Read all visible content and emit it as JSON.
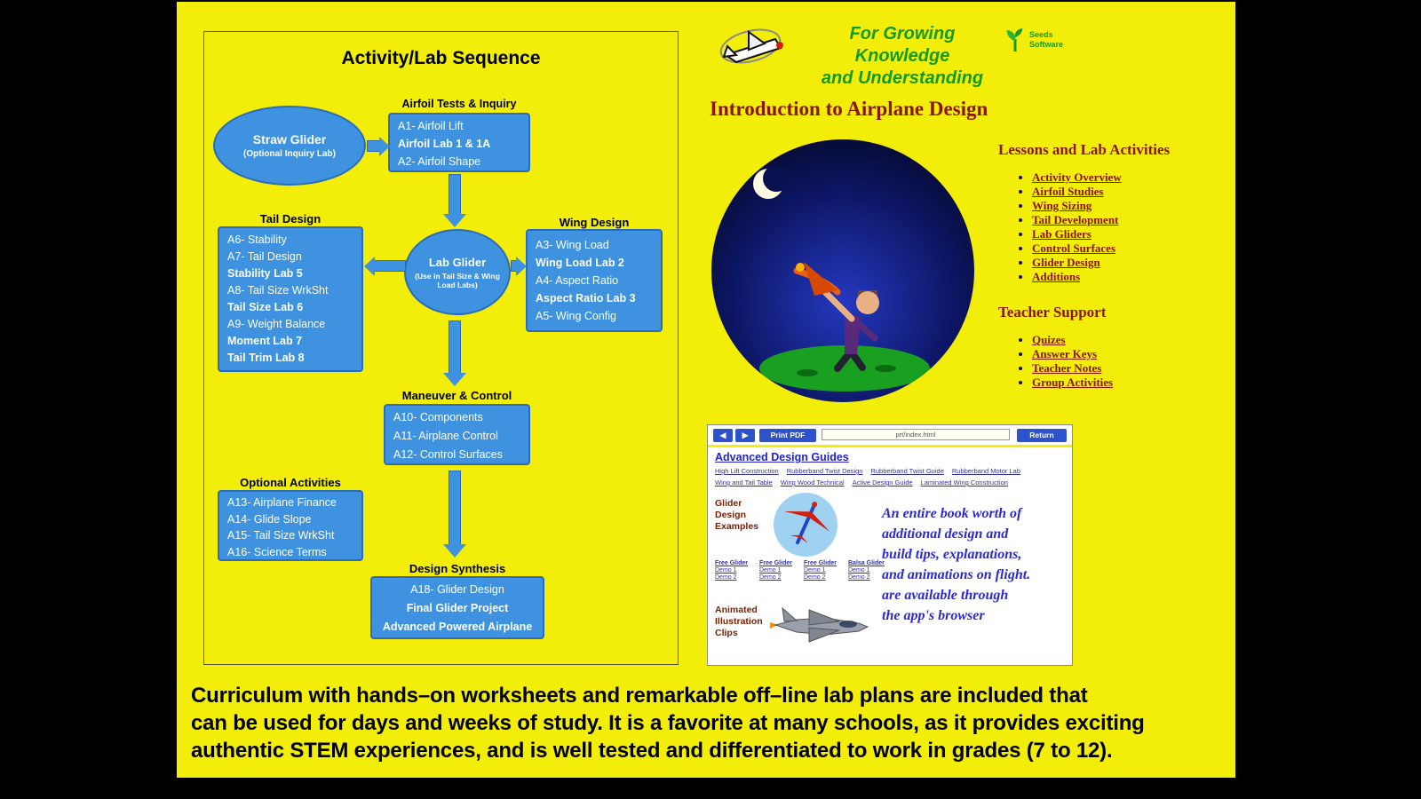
{
  "colors": {
    "canvas_yellow": "#f2ee0a",
    "flow_blue": "#3e92e0",
    "flow_blue_border": "#2a6cb8",
    "heading_maroon": "#8b1500",
    "brand_green": "#169a1e",
    "panel_button_blue": "#2d52cc",
    "note_blue": "#2a2ad0"
  },
  "flowchart": {
    "title": "Activity/Lab Sequence",
    "straw_glider_title": "Straw Glider",
    "straw_glider_sub": "(Optional Inquiry Lab)",
    "lab_glider_title": "Lab Glider",
    "lab_glider_sub": "(Use in Tail Size & Wing Load Labs)",
    "airfoil_label": "Airfoil Tests & Inquiry",
    "airfoil_lines": [
      "A1- Airfoil Lift",
      "Airfoil Lab 1 & 1A",
      "A2- Airfoil Shape"
    ],
    "tail_label": "Tail Design",
    "tail_lines": [
      "A6- Stability",
      "A7- Tail Design",
      "Stability Lab 5",
      "A8- Tail Size WrkSht",
      "Tail Size Lab 6",
      "A9- Weight Balance",
      "Moment Lab 7",
      "Tail Trim Lab 8"
    ],
    "wing_label": "Wing Design",
    "wing_lines": [
      "A3- Wing Load",
      "Wing Load Lab 2",
      "A4- Aspect Ratio",
      "Aspect Ratio Lab 3",
      "A5- Wing Config"
    ],
    "maneuver_label": "Maneuver & Control",
    "maneuver_lines": [
      "A10- Components",
      "A11- Airplane Control",
      "A12- Control Surfaces"
    ],
    "optional_label": "Optional Activities",
    "optional_lines": [
      "A13- Airplane Finance",
      "A14- Glide Slope",
      "A15- Tail Size WrkSht",
      "A16- Science Terms"
    ],
    "synthesis_label": "Design Synthesis",
    "synthesis_lines": [
      "A18- Glider Design",
      "Final Glider Project",
      "Advanced Powered Airplane"
    ]
  },
  "brand": {
    "tagline1": "For Growing Knowledge",
    "tagline2": "and Understanding",
    "name1": "Seeds",
    "name2": "Software"
  },
  "intro": {
    "title": "Introduction to Airplane Design"
  },
  "lessons": {
    "heading": "Lessons and Lab Activities",
    "items": [
      "Activity Overview",
      "Airfoil Studies",
      "Wing Sizing",
      "Tail Development",
      "Lab Gliders",
      "Control Surfaces",
      "Glider Design",
      "Additions"
    ]
  },
  "teacher": {
    "heading": "Teacher Support",
    "items": [
      "Quizes",
      "Answer Keys",
      "Teacher Notes",
      "Group Activities"
    ]
  },
  "panel": {
    "back_label": "◀",
    "forward_label": "▶",
    "print_label": "Print PDF",
    "url": "prt/index.html",
    "return_label": "Return",
    "title": "Advanced Design Guides",
    "links_row1": [
      "High Lift Construction",
      "Rubberband Twist Design",
      "Rubberband Twist Guide",
      "Rubberband Motor Lab"
    ],
    "links_row2": [
      "Wing and Tail Table",
      "Wing Wood Technical",
      "Active Design Guide",
      "Laminated Wing Construction"
    ],
    "glider_label": "Glider Design Examples",
    "glider_headers": [
      "Free Glider",
      "Free Glider",
      "Free Glider",
      "Balsa Glider"
    ],
    "glider_row1": [
      "Demo 1",
      "Demo 1",
      "Demo 1",
      "Demo 1"
    ],
    "glider_row2": [
      "Demo 2",
      "Demo 2",
      "Demo 2",
      "Demo 2"
    ],
    "clips_label": "Animated Illustration Clips",
    "note_line1": "An entire book worth of",
    "note_line2": "additional design and",
    "note_line3": "build tips, explanations,",
    "note_line4": "and animations on flight.",
    "note_line5": "are available through",
    "note_line6": "the app's browser"
  },
  "footer": {
    "line1": "Curriculum with hands–on worksheets and remarkable off–line lab plans are included that",
    "line2": "can be used for days and weeks of study.  It is a favorite at many schools, as it provides exciting",
    "line3": "authentic STEM experiences, and is well tested and differentiated to work in grades (7 to 12)."
  }
}
